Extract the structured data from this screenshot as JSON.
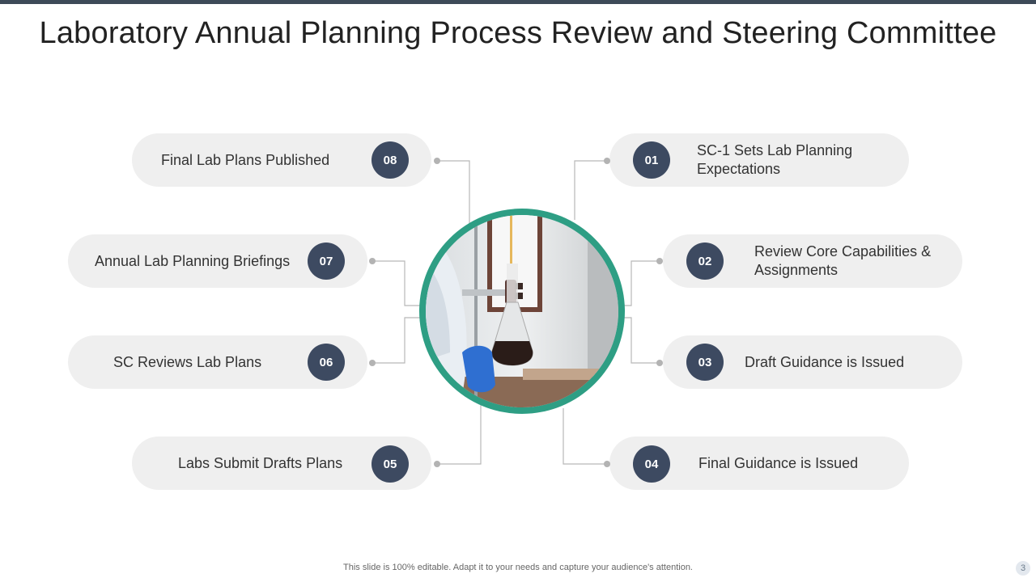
{
  "title": "Laboratory Annual Planning Process Review and Steering Committee",
  "steps": {
    "s01": {
      "number": "01",
      "label": "SC-1 Sets Lab Planning Expectations"
    },
    "s02": {
      "number": "02",
      "label": "Review Core Capabilities & Assignments"
    },
    "s03": {
      "number": "03",
      "label": "Draft Guidance is Issued"
    },
    "s04": {
      "number": "04",
      "label": "Final Guidance is Issued"
    },
    "s05": {
      "number": "05",
      "label": "Labs Submit Drafts Plans"
    },
    "s06": {
      "number": "06",
      "label": "SC Reviews Lab Plans"
    },
    "s07": {
      "number": "07",
      "label": "Annual Lab Planning Briefings"
    },
    "s08": {
      "number": "08",
      "label": "Final Lab Plans Published"
    }
  },
  "colors": {
    "badge": "#3d4a61",
    "ring": "#2e9e84",
    "pill": "#efefef",
    "connector": "#b3b3b3"
  },
  "footer": "This slide is 100% editable. Adapt it to your needs and capture your audience's attention.",
  "page_number": "3"
}
